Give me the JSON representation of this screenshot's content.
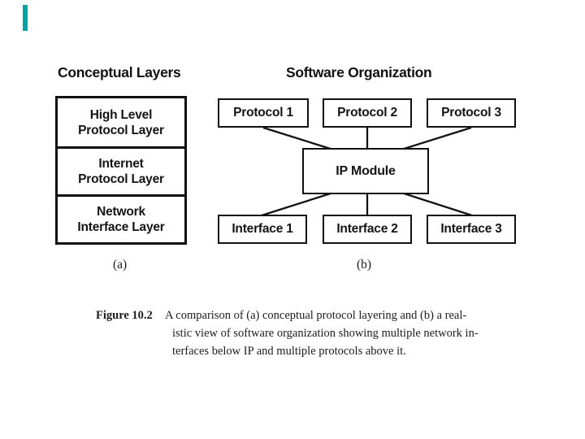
{
  "colors": {
    "background": "#ffffff",
    "ink": "#111111",
    "accent_teal": "#00a2a2"
  },
  "headings": {
    "conceptual": "Conceptual Layers",
    "software": "Software Organization"
  },
  "conceptual_stack": {
    "layers": [
      {
        "label": "High Level\nProtocol Layer"
      },
      {
        "label": "Internet\nProtocol Layer"
      },
      {
        "label": "Network\nInterface Layer"
      }
    ]
  },
  "software_diagram": {
    "protocols": [
      "Protocol 1",
      "Protocol 2",
      "Protocol 3"
    ],
    "ip_module": "IP Module",
    "interfaces": [
      "Interface 1",
      "Interface 2",
      "Interface 3"
    ]
  },
  "panel_labels": {
    "a": "(a)",
    "b": "(b)"
  },
  "caption": {
    "label": "Figure 10.2",
    "line1": "A comparison of (a) conceptual protocol layering and (b) a real-",
    "line2": "istic view of software organization showing multiple network in-",
    "line3": "terfaces below IP and multiple protocols above it."
  }
}
